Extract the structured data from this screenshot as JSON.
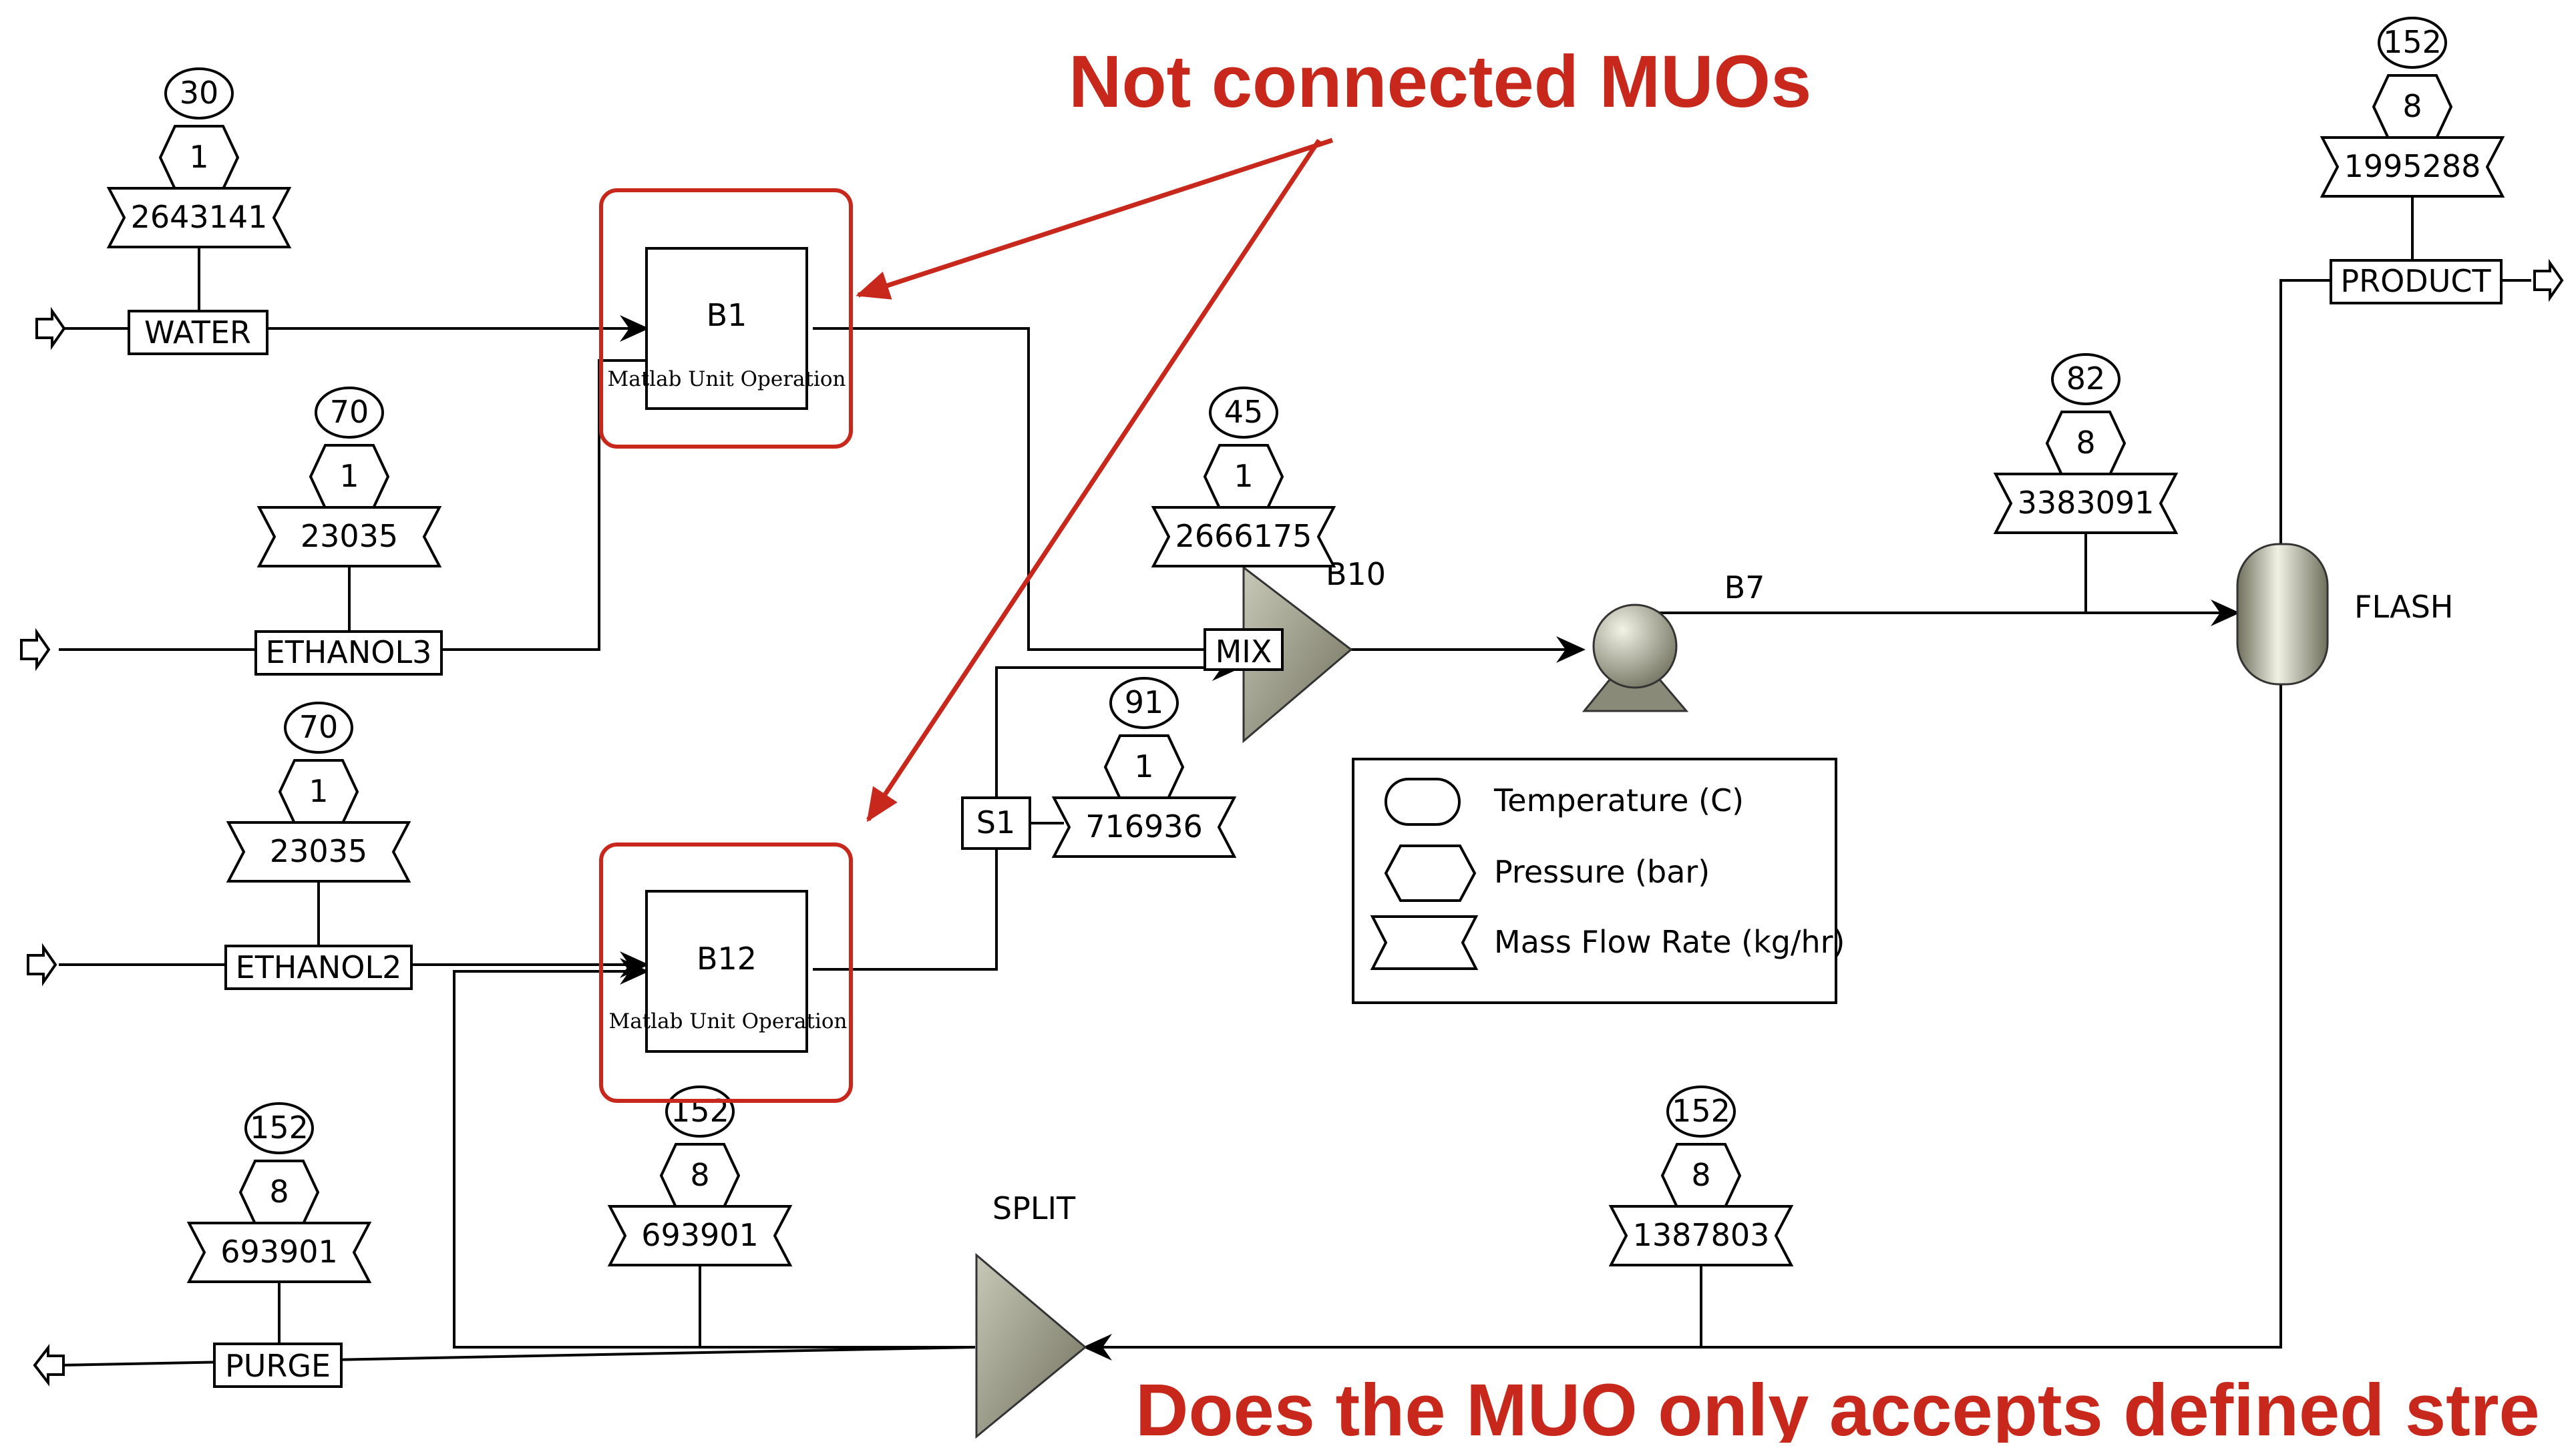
{
  "annotations": {
    "not_connected": "Not connected MUOs",
    "question": "Does the MUO only accepts defined stre"
  },
  "blocks": {
    "b1": {
      "name": "B1",
      "desc": "Matlab Unit Operation"
    },
    "b12": {
      "name": "B12",
      "desc": "Matlab Unit Operation"
    },
    "mixer": {
      "name": "B10",
      "tag": "MIX"
    },
    "pump": {
      "name": "B7"
    },
    "flash": {
      "name": "FLASH"
    },
    "splitter": {
      "name": "SPLIT"
    },
    "splitter_s1": {
      "name": "S1"
    }
  },
  "streams": {
    "water": {
      "name": "WATER",
      "temp": "30",
      "pres": "1",
      "flow": "2643141"
    },
    "ethanol3": {
      "name": "ETHANOL3",
      "temp": "70",
      "pres": "1",
      "flow": "23035"
    },
    "ethanol2": {
      "name": "ETHANOL2",
      "temp": "70",
      "pres": "1",
      "flow": "23035"
    },
    "purge": {
      "name": "PURGE",
      "temp": "152",
      "pres": "8",
      "flow": "693901"
    },
    "product": {
      "name": "PRODUCT",
      "temp": "152",
      "pres": "8",
      "flow": "1995288"
    },
    "mix_out": {
      "temp": "45",
      "pres": "1",
      "flow": "2666175"
    },
    "s1_out": {
      "temp": "91",
      "pres": "1",
      "flow": "716936"
    },
    "pump_out": {
      "temp": "82",
      "pres": "8",
      "flow": "3383091"
    },
    "recycle_b12": {
      "temp": "152",
      "pres": "8",
      "flow": "693901"
    },
    "flash_bottom": {
      "temp": "152",
      "pres": "8",
      "flow": "1387803"
    }
  },
  "legend": {
    "temperature": "Temperature (C)",
    "pressure": "Pressure (bar)",
    "mass_flow": "Mass Flow Rate (kg/hr)"
  },
  "colors": {
    "annotation_red": "#c8281b",
    "equipment_gray": "#8a8a78"
  }
}
